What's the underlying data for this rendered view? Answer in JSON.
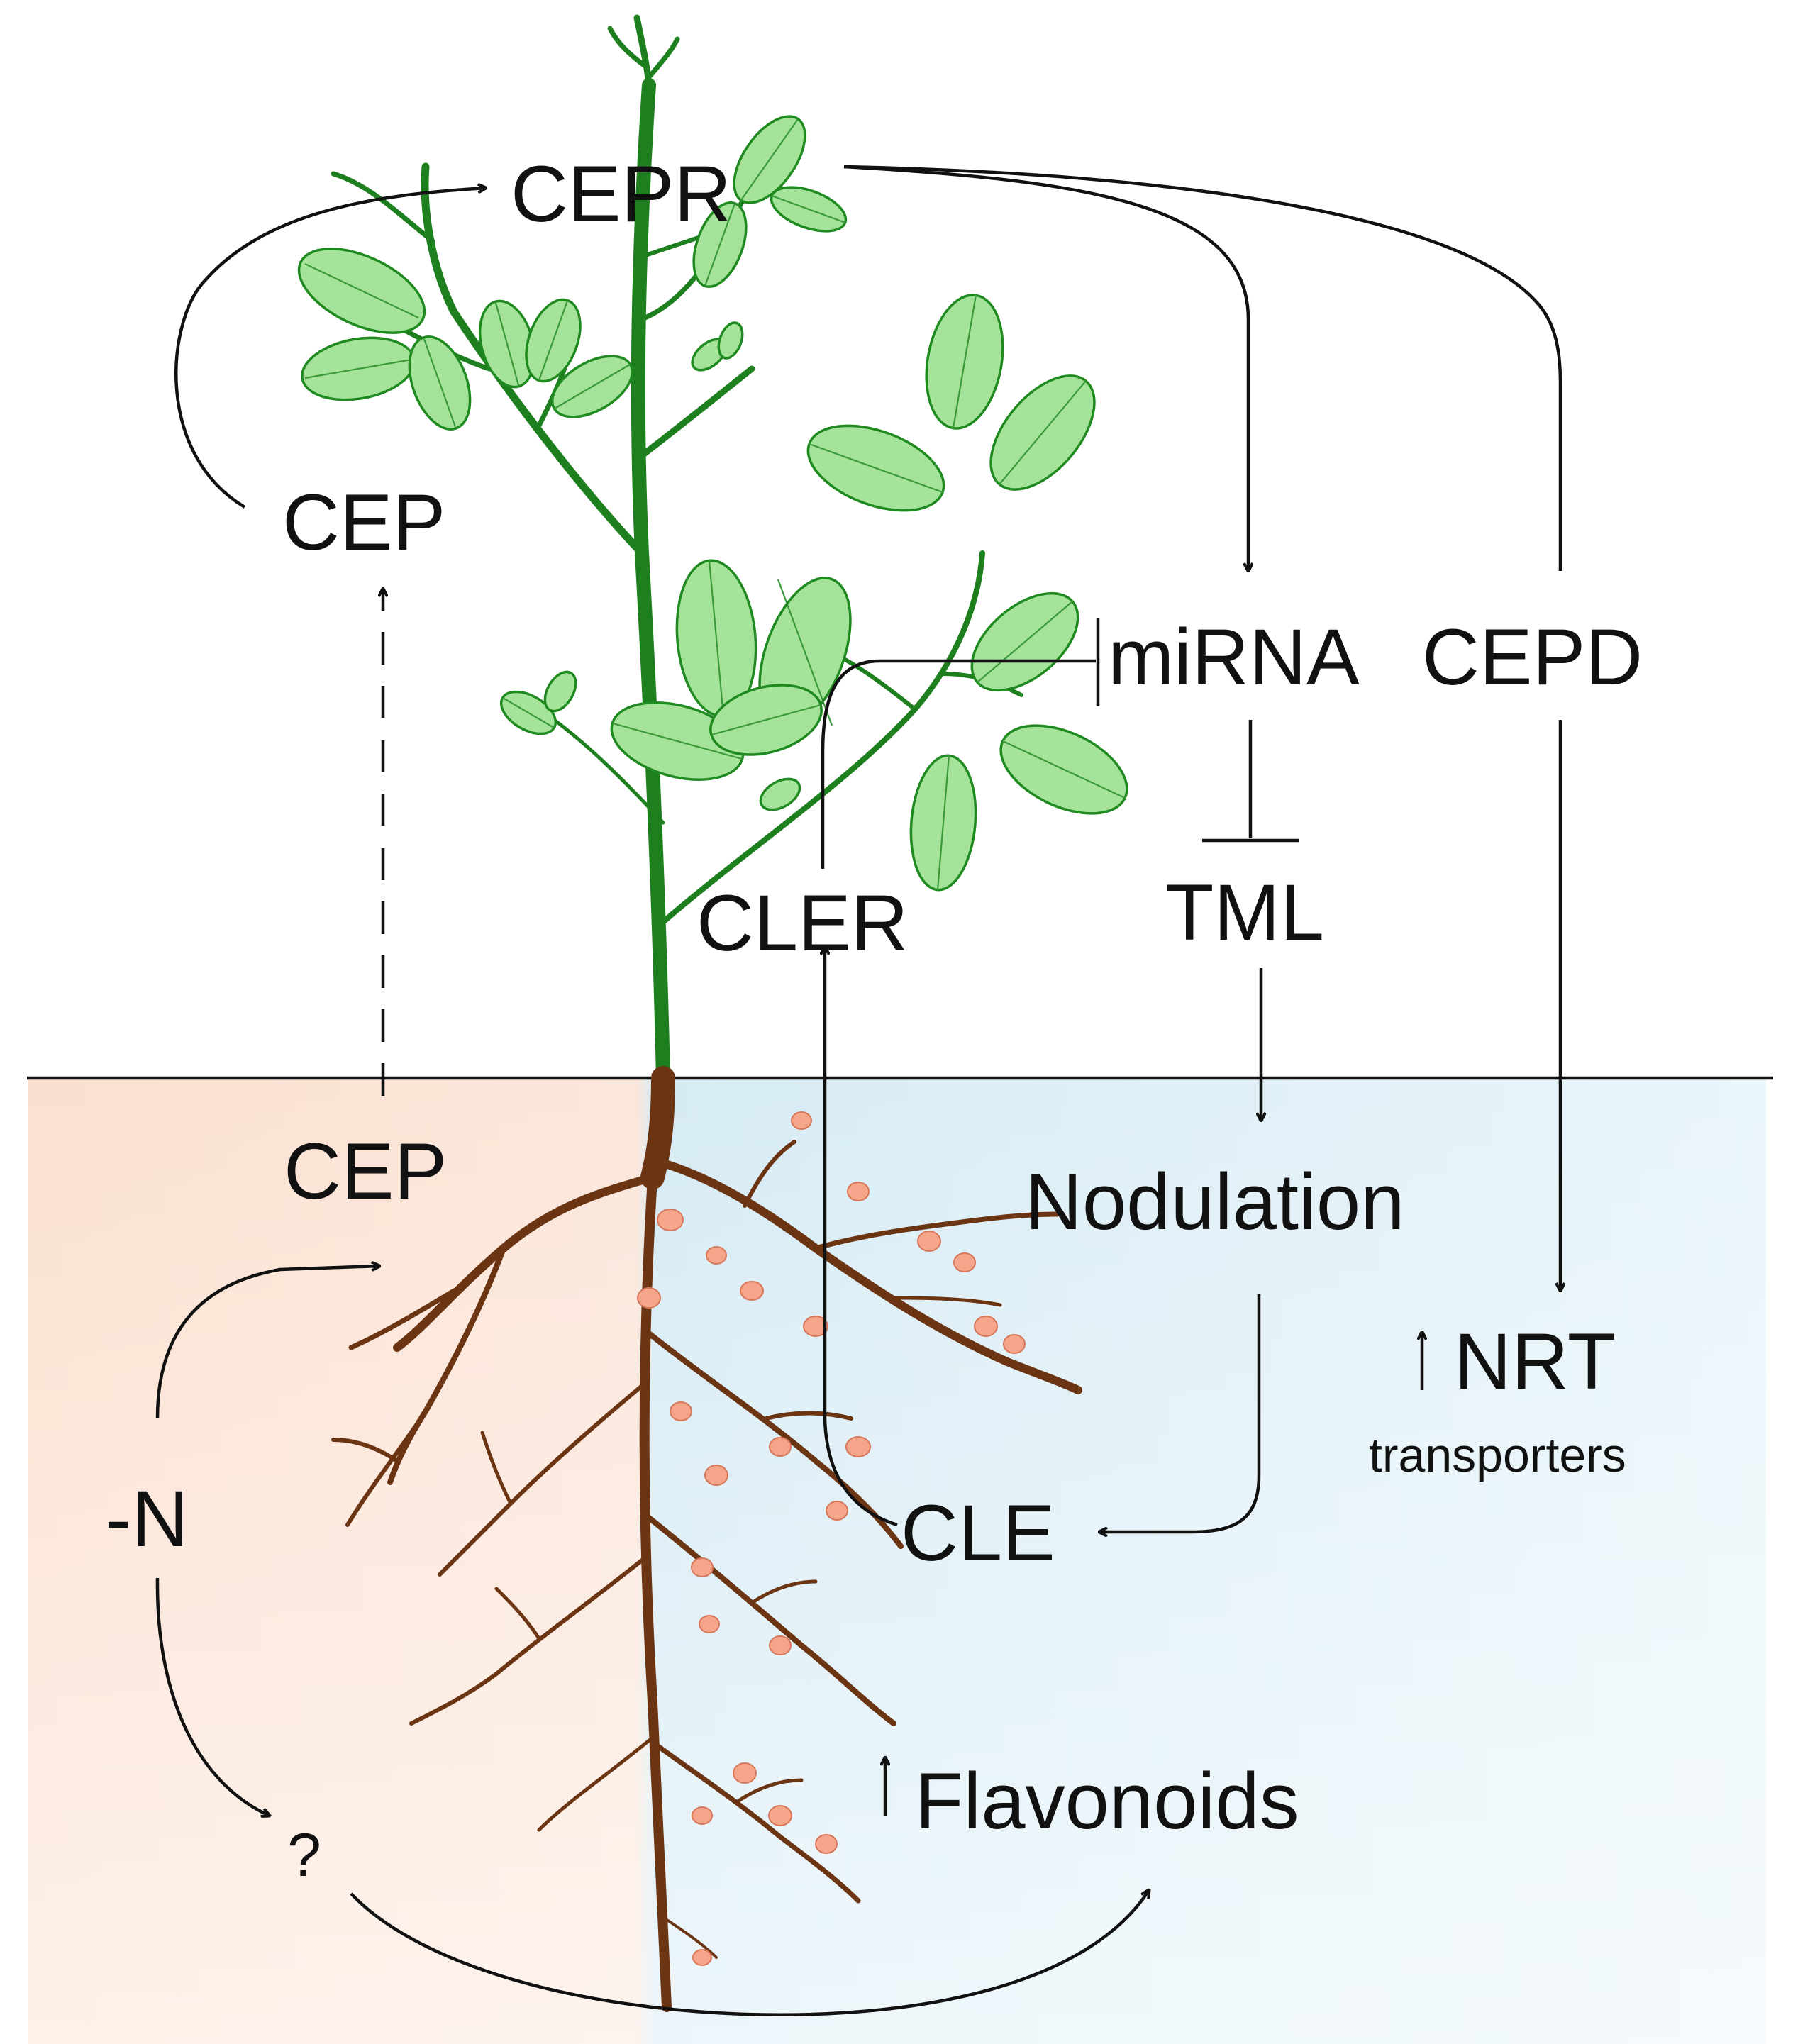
{
  "labels": {
    "cepr": "CEPR",
    "cep_shoot": "CEP",
    "mirna": "miRNA",
    "cepd": "CEPD",
    "tml": "TML",
    "cler": "CLER",
    "cep_root": "CEP",
    "nodulation": "Nodulation",
    "nrt": "NRT",
    "transporters": "transporters",
    "minus_n": "-N",
    "cle": "CLE",
    "question": "?",
    "flavonoids": "Flavonoids",
    "up_arrow": "↑"
  },
  "colors": {
    "soil_left": "#fbe3d3",
    "soil_right": "#d8edf5",
    "stem": "#1e7f1e",
    "leaf_fill": "#a6e39a",
    "root": "#6b3513",
    "nodule": "#f4a58a"
  }
}
